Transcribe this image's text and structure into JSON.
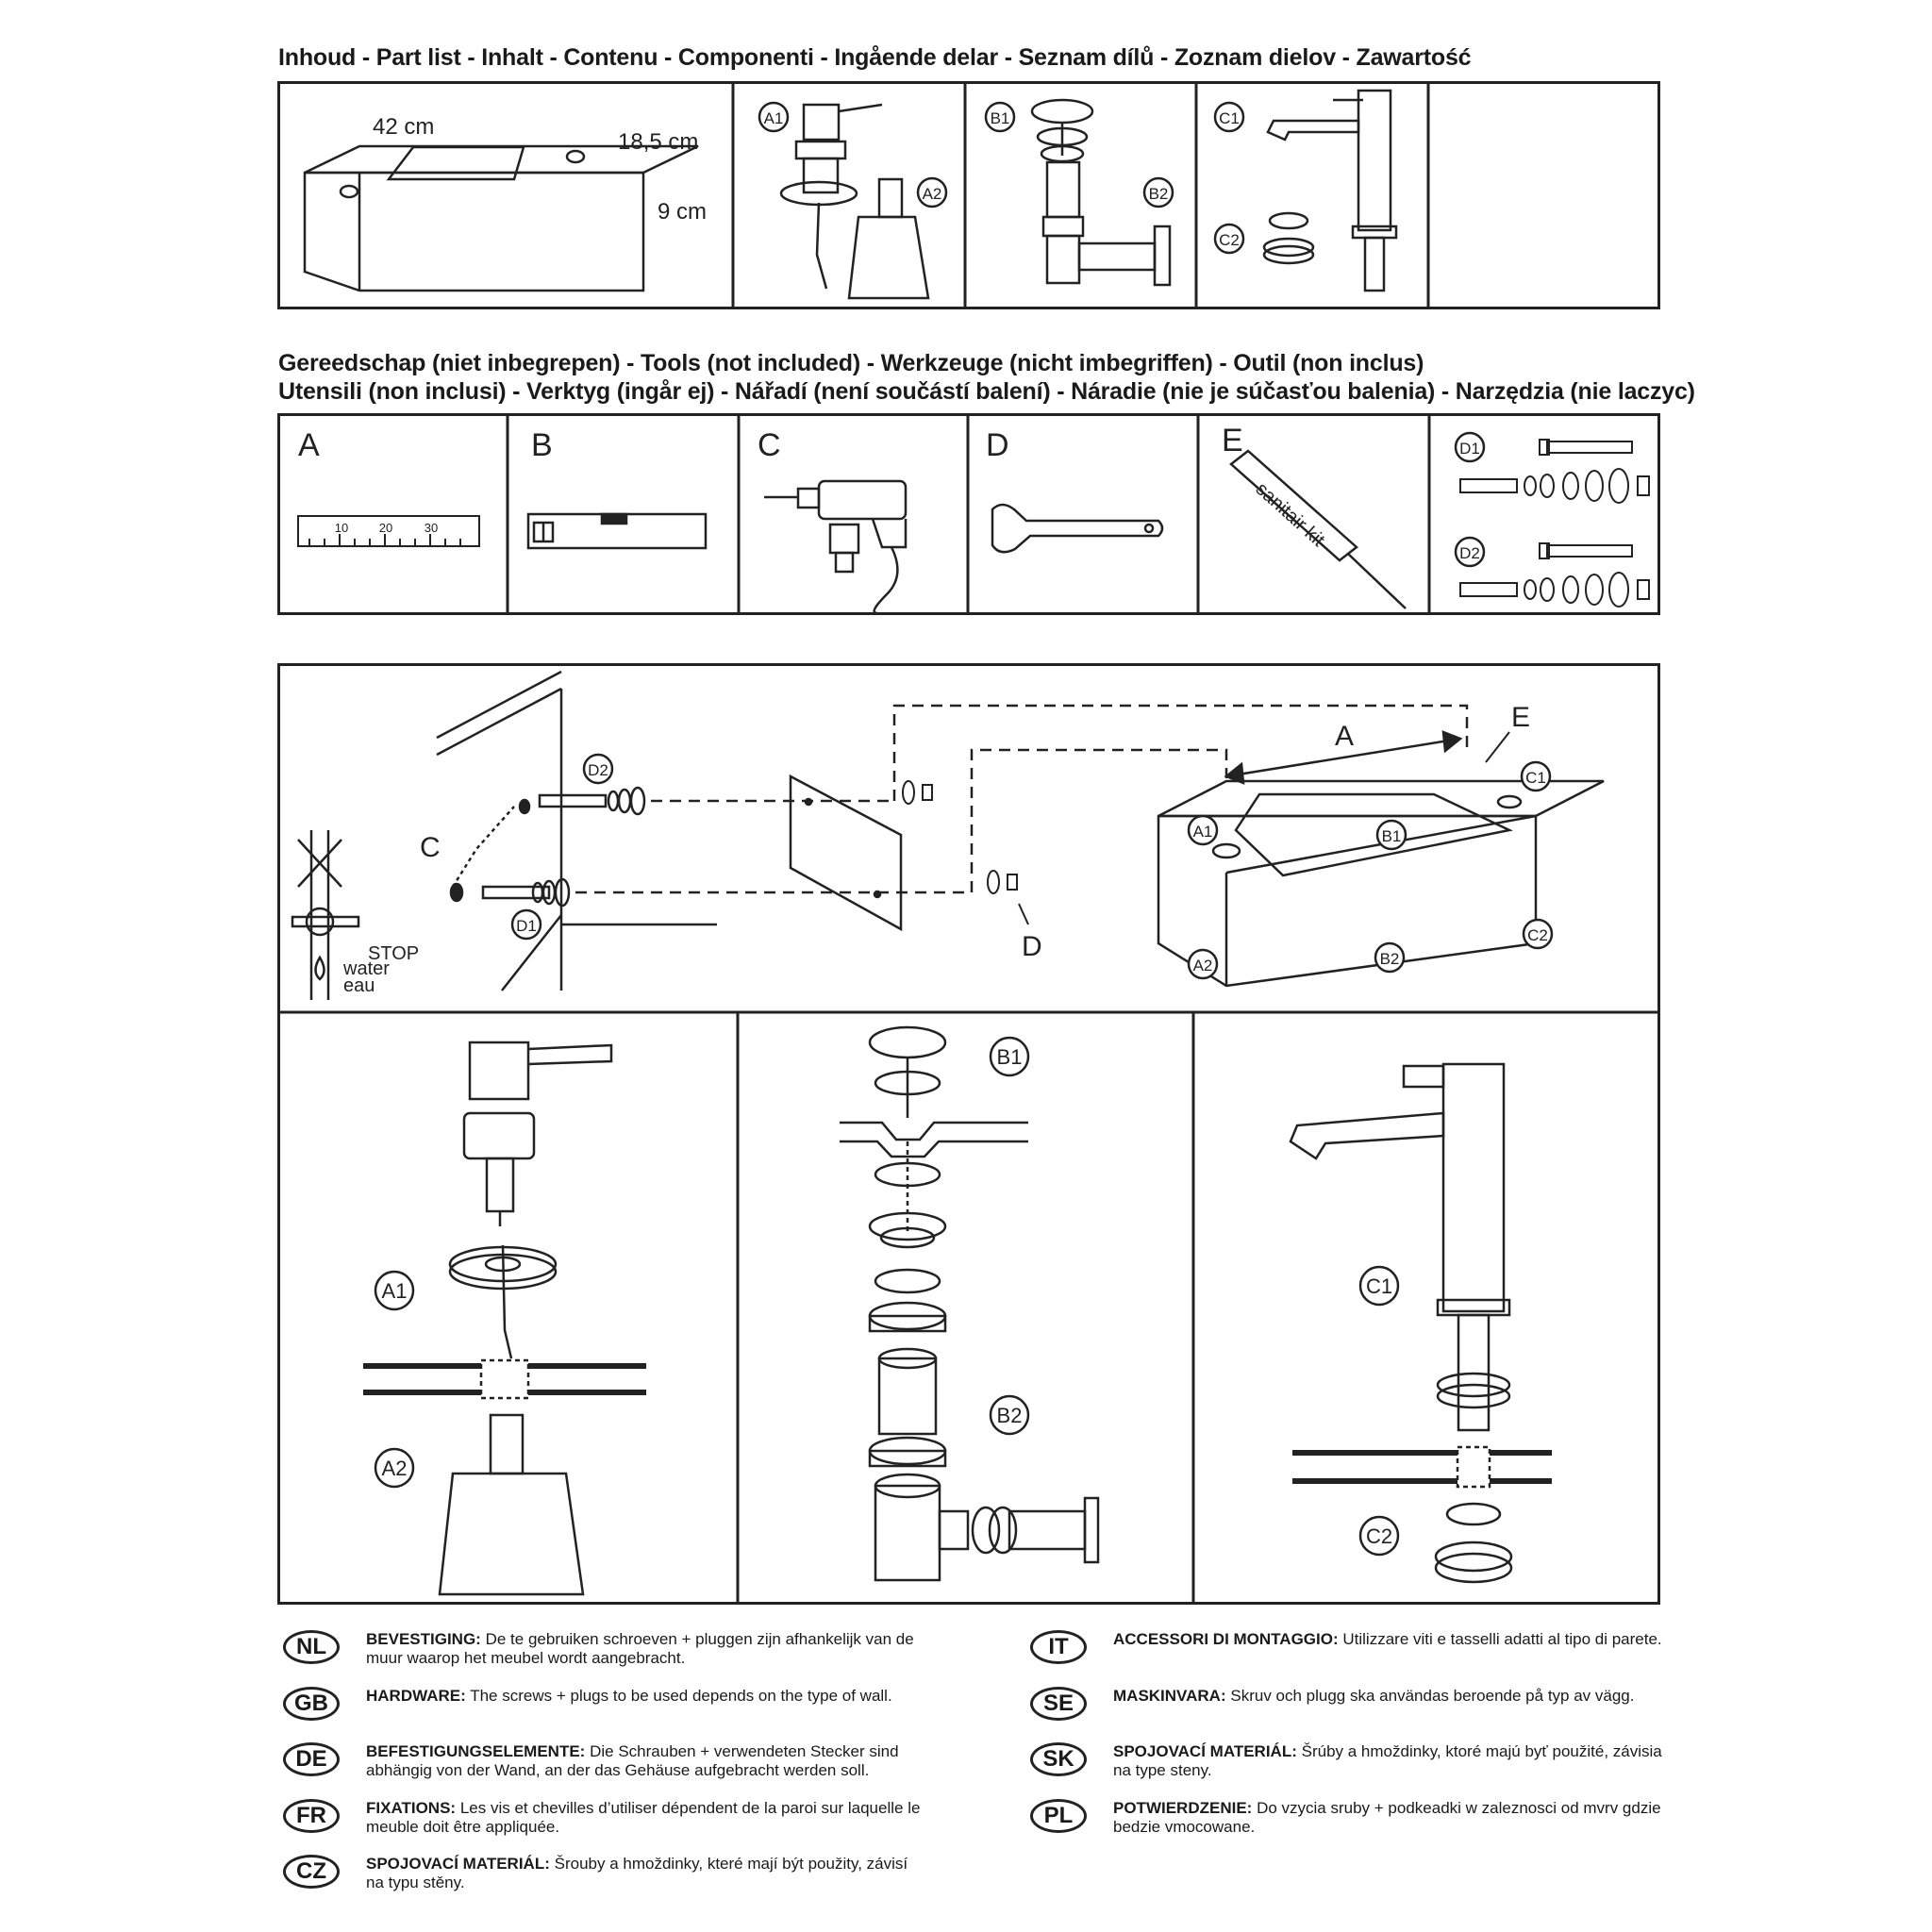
{
  "parts_heading": "Inhoud - Part list - Inhalt - Contenu - Componenti - Ingående delar - Seznam dílů - Zoznam dielov - Zawartość",
  "tools_heading_1": "Gereedschap (niet inbegrepen) - Tools (not included) -  Werkzeuge (nicht imbegriffen) - Outil (non inclus)",
  "tools_heading_2": "Utensili (non inclusi) - Verktyg (ingår ej) - Nářadí (není součástí balení) - Náradie (nie je súčasťou balenia) - Narzędzia (nie laczyc)",
  "parts": {
    "width": "42 cm",
    "depth": "18,5 cm",
    "height": "9 cm",
    "a1": "A1",
    "a2": "A2",
    "b1": "B1",
    "b2": "B2",
    "c1": "C1",
    "c2": "C2"
  },
  "tools": {
    "a": "A",
    "b": "B",
    "c": "C",
    "d": "D",
    "e": "E",
    "ruler_10": "10",
    "ruler_20": "20",
    "ruler_30": "30",
    "sanitair": "sanitair kit",
    "d1": "D1",
    "d2": "D2"
  },
  "install": {
    "stop": "STOP",
    "water": "water",
    "eau": "eau",
    "c": "C",
    "d1": "D1",
    "d2": "D2",
    "d": "D",
    "a": "A",
    "e": "E",
    "a1": "A1",
    "a2": "A2",
    "b1": "B1",
    "b2": "B2",
    "c1": "C1",
    "c2": "C2"
  },
  "languages": [
    {
      "code": "NL",
      "label": "BEVESTIGING:",
      "text": "De te gebruiken schroeven + pluggen zijn afhankelijk van de muur waarop het meubel wordt aangebracht."
    },
    {
      "code": "GB",
      "label": "HARDWARE:",
      "text": "The screws + plugs to be used depends on the type of wall."
    },
    {
      "code": "DE",
      "label": "BEFESTIGUNGSELEMENTE:",
      "text": "Die Schrauben + verwendeten Stecker sind abhängig von der Wand, an der das Gehäuse aufgebracht werden soll."
    },
    {
      "code": "FR",
      "label": "FIXATIONS:",
      "text": "Les vis et chevilles d’utiliser dépendent de la paroi sur laquelle le meuble doit être appliquée."
    },
    {
      "code": "CZ",
      "label": "SPOJOVACÍ MATERIÁL:",
      "text": "Šrouby a hmoždinky, které mají být použity, závisí na typu stěny."
    },
    {
      "code": "IT",
      "label": "ACCESSORI DI MONTAGGIO:",
      "text": "Utilizzare viti e tasselli adatti al tipo di parete."
    },
    {
      "code": "SE",
      "label": "MASKINVARA:",
      "text": "Skruv och plugg ska användas beroende på typ av vägg."
    },
    {
      "code": "SK",
      "label": "SPOJOVACÍ MATERIÁL:",
      "text": "Šrúby a hmoždinky, ktoré majú byť použité, závisia na type steny."
    },
    {
      "code": "PL",
      "label": "POTWIERDZENIE:",
      "text": "Do vzycia sruby + podkeadki w zaleznosci od mvrv gdzie bedzie vmocowane."
    }
  ]
}
